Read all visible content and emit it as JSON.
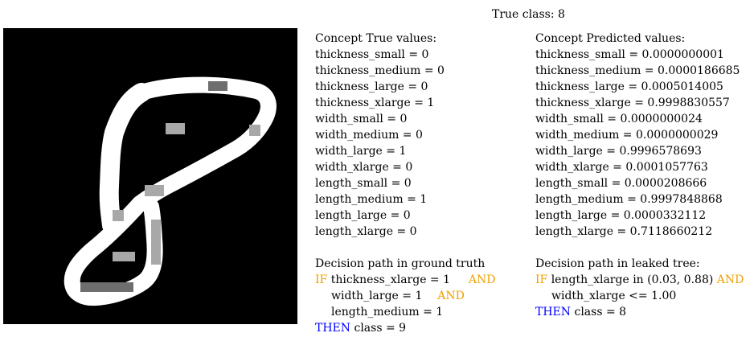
{
  "header": {
    "true_class_text": "True class: 8"
  },
  "image": {
    "label": "handwritten-digit",
    "pixel_rows": [
      ".........................................",
      "........................................",
      "...........................",
      "...............................",
      "...............................",
      "...............................",
      "..................gGG...........",
      "..............G.WWWWWWWW........",
      "...........GWWWWWWWWWWWWWW.....",
      "..........GWWWGGWWWWWWWWW......",
      ".........WWWWWWWGGWWWWWWW......",
      "........WWWWG...G...GWWW........",
      "........WWWW.........GWW........",
      "........WWW........GGWW........",
      ".......WWW.......GWWW...........",
      ".......WWW.....GWWWW............",
      ".......WWW..GWWWGG..............",
      "......WWWWGWWWWG................",
      "......WWWWWWWG..................",
      ".....WWWWWWGG...................",
      "....WWWWWWG.....................",
      "....WWWWWGWG....................",
      "...WWWWW..WG....................",
      "...WWW....WG....................",
      "...WWW..GG.WG...................",
      "...WWWWWWWWW....................",
      "....GGGGGG......................",
      "................................"
    ],
    "colors": {
      "background": "#000000",
      "W": "#ffffff",
      "G": "#a8a8a8",
      "g": "#6e6e6e"
    }
  },
  "concepts_true": {
    "heading": "Concept True values:",
    "items": [
      "thickness_small = 0",
      "thickness_medium = 0",
      "thickness_large = 0",
      "thickness_xlarge = 1",
      "width_small = 0",
      "width_medium = 0",
      "width_large = 1",
      "width_xlarge = 0",
      "length_small = 0",
      "length_medium = 1",
      "length_large = 0",
      "length_xlarge = 0"
    ]
  },
  "concepts_predicted": {
    "heading": "Concept Predicted values:",
    "items": [
      "thickness_small = 0.0000000001",
      "thickness_medium = 0.0000186685",
      "thickness_large = 0.0005014005",
      "thickness_xlarge = 0.9998830557",
      "width_small = 0.0000000024",
      "width_medium = 0.0000000029",
      "width_large = 0.9996578693",
      "width_xlarge = 0.0001057763",
      "length_small = 0.0000208666",
      "length_medium = 0.9997848868",
      "length_large = 0.0000332112",
      "length_xlarge = 0.7118660212"
    ]
  },
  "decision_ground_truth": {
    "heading": "Decision path in ground truth",
    "if_kw": "IF",
    "cond1": "thickness_xlarge = 1",
    "and1": "AND",
    "cond2": "width_large = 1",
    "and2": "AND",
    "cond3": "length_medium = 1",
    "then_kw": "THEN",
    "result": "class = 9"
  },
  "decision_leaked": {
    "heading": "Decision path in leaked tree:",
    "if_kw": "IF",
    "cond1": "length_xlarge in (0.03, 0.88)",
    "and1": "AND",
    "cond2": "width_xlarge <= 1.00",
    "then_kw": "THEN",
    "result": "class = 8"
  },
  "colors": {
    "keyword_orange": "#f2a000",
    "keyword_blue": "#0000ff"
  }
}
